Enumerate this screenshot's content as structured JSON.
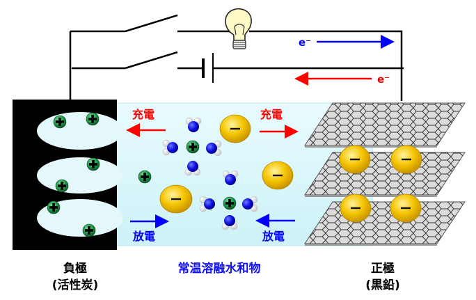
{
  "colors": {
    "wire": "#000000",
    "charge": "#ff0000",
    "discharge": "#0000ff",
    "electrolyte_bg": "#dcf6fa",
    "anode_bg": "#000000",
    "pore": "#e4f7fa",
    "cation": "#1e9a4a",
    "anion": "#f5c400",
    "water_o": "#1010e0",
    "water_h": "#ffffff",
    "graphite": "#d8d8d8",
    "caption_blue": "#1010ff"
  },
  "circuit": {
    "electron_top": "e⁻",
    "electron_bottom": "e⁻",
    "bulb_icon": "light-bulb-icon",
    "battery_icon": "battery-icon",
    "switch_icon": "switch-icon"
  },
  "labels": {
    "charge_left": "充電",
    "charge_right": "充電",
    "discharge_left": "放電",
    "discharge_right": "放電",
    "cation_symbol": "+",
    "anion_symbol": "−"
  },
  "captions": {
    "negative_electrode": "負極",
    "negative_material": "(活性炭)",
    "electrolyte": "常温溶融水和物",
    "positive_electrode": "正極",
    "positive_material": "(黒鉛)"
  }
}
